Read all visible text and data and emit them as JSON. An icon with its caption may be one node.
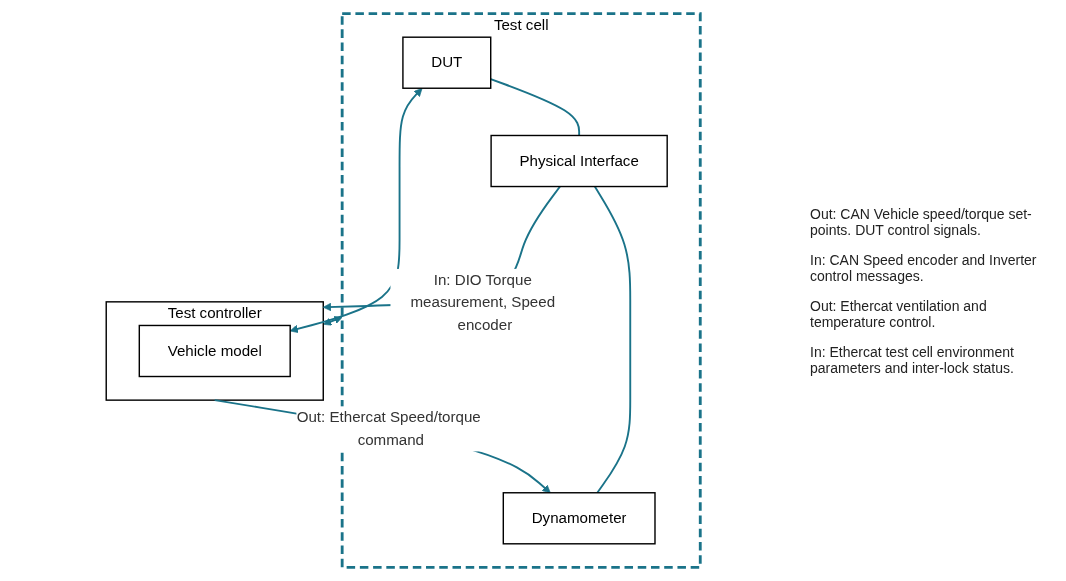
{
  "diagram": {
    "nodes": [
      {
        "text": [
          "Test cell"
        ]
      },
      {
        "text": [
          "DUT"
        ],
        "in": 0
      },
      {
        "text": [
          "Physical Interface"
        ],
        "in": 0
      },
      {
        "text": [
          "Dynamometer"
        ],
        "in": 0
      },
      {
        "text": [
          "Test controller"
        ]
      },
      {
        "text": [
          "Vehicle model"
        ],
        "in": 4
      }
    ],
    "edges": [
      {
        "from": 1,
        "to": 2,
        "arrow": "none"
      },
      {
        "from": 2,
        "to": 3,
        "arrow": "none"
      },
      {
        "from": 1,
        "to": 5,
        "arrow": "both"
      },
      {
        "from": 2,
        "to": 4,
        "arrow": "to",
        "label": "In: DIO Torque measurement, Speed encoder"
      },
      {
        "from": 4,
        "to": 3,
        "arrow": "to",
        "label": "Out: Ethercat Speed/torque command"
      },
      {
        "from": 4,
        "to": 0,
        "arrow": "both"
      }
    ],
    "labels": [
      "Out: CAN Vehicle speed/torque set-points. DUT control signals.",
      "In: CAN Speed encoder and Inverter control messages.",
      "Out: Ethercat ventilation and temperature control.",
      "In: Ethercat test cell environment parameters and inter-lock status."
    ]
  }
}
